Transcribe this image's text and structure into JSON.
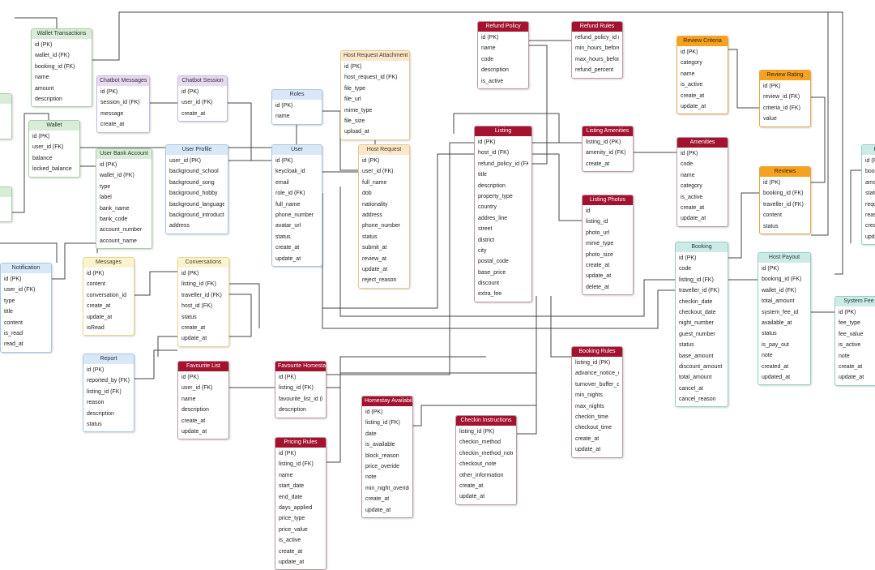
{
  "entities": {
    "wallet_transactions": {
      "title": "Wallet Transactions",
      "theme": "green",
      "fields": [
        "id (PK)",
        "wallet_id (FK)",
        "booking_id (FK)",
        "name",
        "amount",
        "description"
      ]
    },
    "wallet": {
      "title": "Wallet",
      "theme": "green",
      "fields": [
        "id (PK)",
        "user_id (FK)",
        "balance",
        "locked_balance"
      ]
    },
    "user_bank_account": {
      "title": "User Bank Account",
      "theme": "green",
      "fields": [
        "id (PK)",
        "wallet_id (FK)",
        "type",
        "label",
        "bank_name",
        "bank_code",
        "account_number",
        "account_name"
      ]
    },
    "chatbot_messages": {
      "title": "Chatbot Messages",
      "theme": "purple",
      "fields": [
        "id (PK)",
        "session_id (FK)",
        "message",
        "create_at"
      ]
    },
    "chatbot_session": {
      "title": "Chatbot Session",
      "theme": "purple",
      "fields": [
        "id (PK)",
        "user_id (FK)",
        "create_at"
      ]
    },
    "roles": {
      "title": "Roles",
      "theme": "blue",
      "fields": [
        "id (PK)",
        "name"
      ]
    },
    "user_profile": {
      "title": "User Profile",
      "theme": "blue",
      "fields": [
        "user_id (PK)",
        "background_school",
        "background_song",
        "background_hobby",
        "background_language",
        "background_introduction",
        "address"
      ]
    },
    "user": {
      "title": "User",
      "theme": "blue",
      "fields": [
        "id (PK)",
        "keycloak_id",
        "email",
        "role_id (FK)",
        "full_name",
        "phone_number",
        "avatar_url",
        "status",
        "create_at",
        "update_at"
      ]
    },
    "host_request_attachment": {
      "title": "Host Request Attachment",
      "theme": "peach",
      "fields": [
        "id (PK)",
        "host_request_id (FK)",
        "file_type",
        "file_url",
        "mime_type",
        "file_size",
        "upload_at"
      ]
    },
    "host_request": {
      "title": "Host Request",
      "theme": "peach",
      "fields": [
        "id (PK)",
        "user_id (FK)",
        "full_name",
        "dob",
        "nationality",
        "address",
        "phone_number",
        "status",
        "submit_at",
        "review_at",
        "update_at",
        "reject_reason"
      ]
    },
    "refund_policy": {
      "title": "Refund Policy",
      "theme": "red",
      "fields": [
        "id (PK)",
        "name",
        "code",
        "description",
        "is_active"
      ]
    },
    "refund_rules": {
      "title": "Refund Rules",
      "theme": "red",
      "fields": [
        "refund_policy_id (PK)",
        "min_hours_before",
        "max_hours_before",
        "refund_percent"
      ]
    },
    "listing": {
      "title": "Listing",
      "theme": "red",
      "fields": [
        "id (PK)",
        "host_id (FK)",
        "refund_policy_id (FK)",
        "title",
        "description",
        "property_type",
        "country",
        "addres_line",
        "street",
        "district",
        "city",
        "postal_code",
        "base_price",
        "discount",
        "extra_fee"
      ]
    },
    "listing_amenities": {
      "title": "Listing Amenities",
      "theme": "red",
      "fields": [
        "listing_id (PK)",
        "amenity_id (FK)",
        "create_at"
      ]
    },
    "listing_photos": {
      "title": "Listing Photos",
      "theme": "red",
      "fields": [
        "id",
        "listing_id",
        "photo_url",
        "mime_type",
        "photo_size",
        "create_at",
        "update_at",
        "delete_at"
      ]
    },
    "amenities": {
      "title": "Amenities",
      "theme": "red",
      "fields": [
        "id (PK)",
        "code",
        "name",
        "category",
        "is_active",
        "create_at",
        "update_at"
      ]
    },
    "review_criteria": {
      "title": "Review Criteria",
      "theme": "orange",
      "fields": [
        "id (PK)",
        "category",
        "name",
        "is_active",
        "create_at",
        "update_at"
      ]
    },
    "review_rating": {
      "title": "Review Rating",
      "theme": "orange",
      "fields": [
        "id (PK)",
        "review_id (FK)",
        "criteria_id (FK)",
        "value"
      ]
    },
    "reviews": {
      "title": "Reviews",
      "theme": "orange",
      "fields": [
        "id (PK)",
        "booking_id (FK)",
        "traveller_id (FK)",
        "content",
        "status"
      ]
    },
    "booking": {
      "title": "Booking",
      "theme": "teal",
      "fields": [
        "id (PK)",
        "code",
        "listing_id (FK)",
        "traveller_id (FK)",
        "checkin_date",
        "checkout_date",
        "night_number",
        "guest_number",
        "status",
        "base_amount",
        "discount_amount",
        "total_amount",
        "cancel_at",
        "cancel_reason"
      ]
    },
    "host_payout": {
      "title": "Host Payout",
      "theme": "teal",
      "fields": [
        "id (PK)",
        "booking_id (FK)",
        "wallet_id (FK)",
        "total_amount",
        "system_fee_id",
        "available_at",
        "status",
        "is_pay_out",
        "note",
        "created_at",
        "updated_at"
      ]
    },
    "system_fee": {
      "title": "System Fee",
      "theme": "teal",
      "fields": [
        "id (PK)",
        "fee_type",
        "fee_value",
        "is_active",
        "note",
        "create_at",
        "update_at"
      ]
    },
    "notification": {
      "title": "Notification",
      "theme": "blue",
      "fields": [
        "id (PK)",
        "user_id (FK)",
        "type",
        "title",
        "content",
        "is_read",
        "read_at"
      ]
    },
    "messages": {
      "title": "Messages",
      "theme": "yellow",
      "fields": [
        "id (PK)",
        "content",
        "conversation_id",
        "create_at",
        "update_at",
        "isRead"
      ]
    },
    "conversations": {
      "title": "Conversations",
      "theme": "yellow",
      "fields": [
        "id (PK)",
        "listing_id (FK)",
        "traveller_id (FK)",
        "host_id (FK)",
        "status",
        "create_at",
        "update_at"
      ]
    },
    "report": {
      "title": "Report",
      "theme": "blue",
      "fields": [
        "id (PK)",
        "reported_by (FK)",
        "listing_id (FK)",
        "reason",
        "description",
        "status"
      ]
    },
    "favourite_list": {
      "title": "Favourite List",
      "theme": "red",
      "fields": [
        "id (PK)",
        "user_id (FK)",
        "name",
        "description",
        "create_at",
        "update_at"
      ]
    },
    "favourite_homestay": {
      "title": "Favourite Homestay",
      "theme": "red",
      "fields": [
        "id (PK)",
        "listing_id (FK)",
        "favourite_list_id (FK)",
        "description"
      ]
    },
    "homestay_availability": {
      "title": "Homestay Availability",
      "theme": "red",
      "fields": [
        "id (PK)",
        "listing_id (FK)",
        "date",
        "is_available",
        "block_reason",
        "price_overide",
        "note",
        "min_night_overide",
        "create_at",
        "update_at"
      ]
    },
    "checkin_instructions": {
      "title": "Checkin Instructions",
      "theme": "red",
      "fields": [
        "listing_id (PK)",
        "checkin_method",
        "checkin_method_note",
        "checkout_note",
        "other_information",
        "create_at",
        "update_at"
      ]
    },
    "booking_rules": {
      "title": "Booking Rules",
      "theme": "red",
      "fields": [
        "listing_id (PK)",
        "advance_notice_days",
        "turnover_buffer_days",
        "min_nights",
        "max_nights",
        "checkin_time",
        "checkout_time",
        "create_at",
        "update_at"
      ]
    },
    "pricing_rules": {
      "title": "Pricing Rules",
      "theme": "red",
      "fields": [
        "id (PK)",
        "listing_id (FK)",
        "name",
        "start_date",
        "end_date",
        "days_applied",
        "price_type",
        "price_value",
        "is_active",
        "create_at",
        "update_at"
      ]
    },
    "partial_left_top": {
      "title": "",
      "theme": "green",
      "fields": [
        "",
        "",
        "de"
      ]
    },
    "partial_left_mid": {
      "title": "",
      "theme": "green",
      "fields": [
        "",
        "ount"
      ]
    },
    "partial_right_top": {
      "title": "Re",
      "theme": "teal",
      "fields": [
        "id (P",
        "book",
        "amo",
        "statu",
        "requ",
        "reas",
        "creat",
        "upda"
      ]
    }
  }
}
